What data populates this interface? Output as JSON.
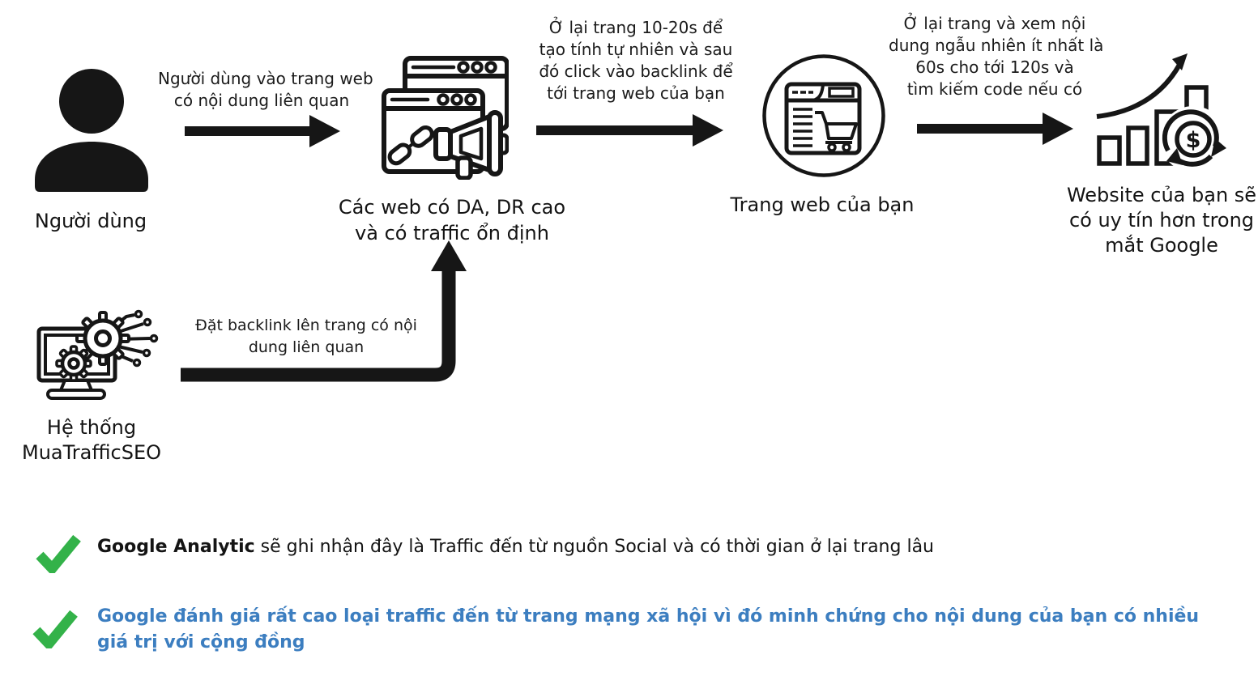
{
  "colors": {
    "ink": "#161616",
    "green": "#33b249",
    "blue": "#3c7ec0",
    "background": "#ffffff"
  },
  "flow": {
    "user": {
      "label": "Người dùng",
      "icon": "person-icon"
    },
    "arrow1": {
      "lines": [
        "Người dùng vào trang web",
        "có nội dung liên quan"
      ]
    },
    "webs": {
      "lines": [
        "Các web có  DA, DR cao",
        "và có traffic ổn định"
      ],
      "icon": "browser-windows-link-megaphone-icon"
    },
    "arrow2": {
      "lines": [
        "Ở lại trang 10-20s để",
        "tạo tính tự nhiên và sau",
        "đó click vào backlink để",
        "tới trang web của bạn"
      ]
    },
    "your_site": {
      "label": "Trang web của bạn",
      "icon": "website-cart-circle-icon"
    },
    "arrow3": {
      "lines": [
        "Ở lại trang và xem nội",
        "dung ngẫu nhiên ít nhất là",
        "60s cho tới 120s và",
        "tìm kiếm code nếu có"
      ]
    },
    "growth": {
      "lines": [
        "Website của bạn sẽ",
        "có uy tín hơn trong",
        "mắt Google"
      ],
      "icon": "growth-chart-money-cycle-icon"
    },
    "system": {
      "lines": [
        "Hệ thống",
        "MuaTrafficSEO"
      ],
      "icon": "computer-gears-circuit-icon"
    },
    "arrow4": {
      "lines": [
        "Đặt backlink lên trang có nội",
        "dung liên quan"
      ]
    }
  },
  "notes": [
    {
      "bold": "Google Analytic",
      "text": " sẽ ghi nhận đây là Traffic đến từ nguồn Social và có thời gian ở lại trang lâu",
      "icon": "check-icon"
    },
    {
      "bold": "",
      "text": "Google đánh giá rất cao loại traffic đến từ trang mạng xã hội vì đó minh chứng cho nội dung của bạn có nhiều giá trị với cộng đồng",
      "icon": "check-icon"
    }
  ],
  "icons": {
    "dollar": "$"
  }
}
